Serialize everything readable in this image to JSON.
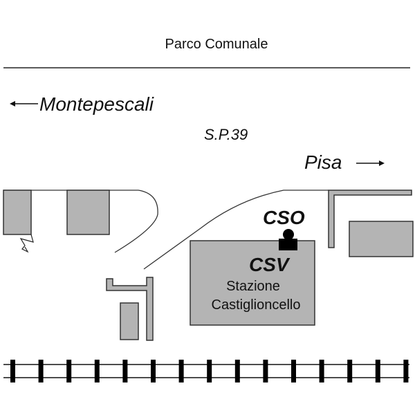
{
  "labels": {
    "park": "Parco Comunale",
    "west_direction": "Montepescali",
    "road": "S.P.39",
    "east_direction": "Pisa",
    "cso": "CSO",
    "csv": "CSV",
    "station_line1": "Stazione",
    "station_line2": "Castiglioncello"
  },
  "colors": {
    "building": "#b4b4b4",
    "ink": "#111111"
  },
  "railway": {
    "sleeper_count": 15
  }
}
